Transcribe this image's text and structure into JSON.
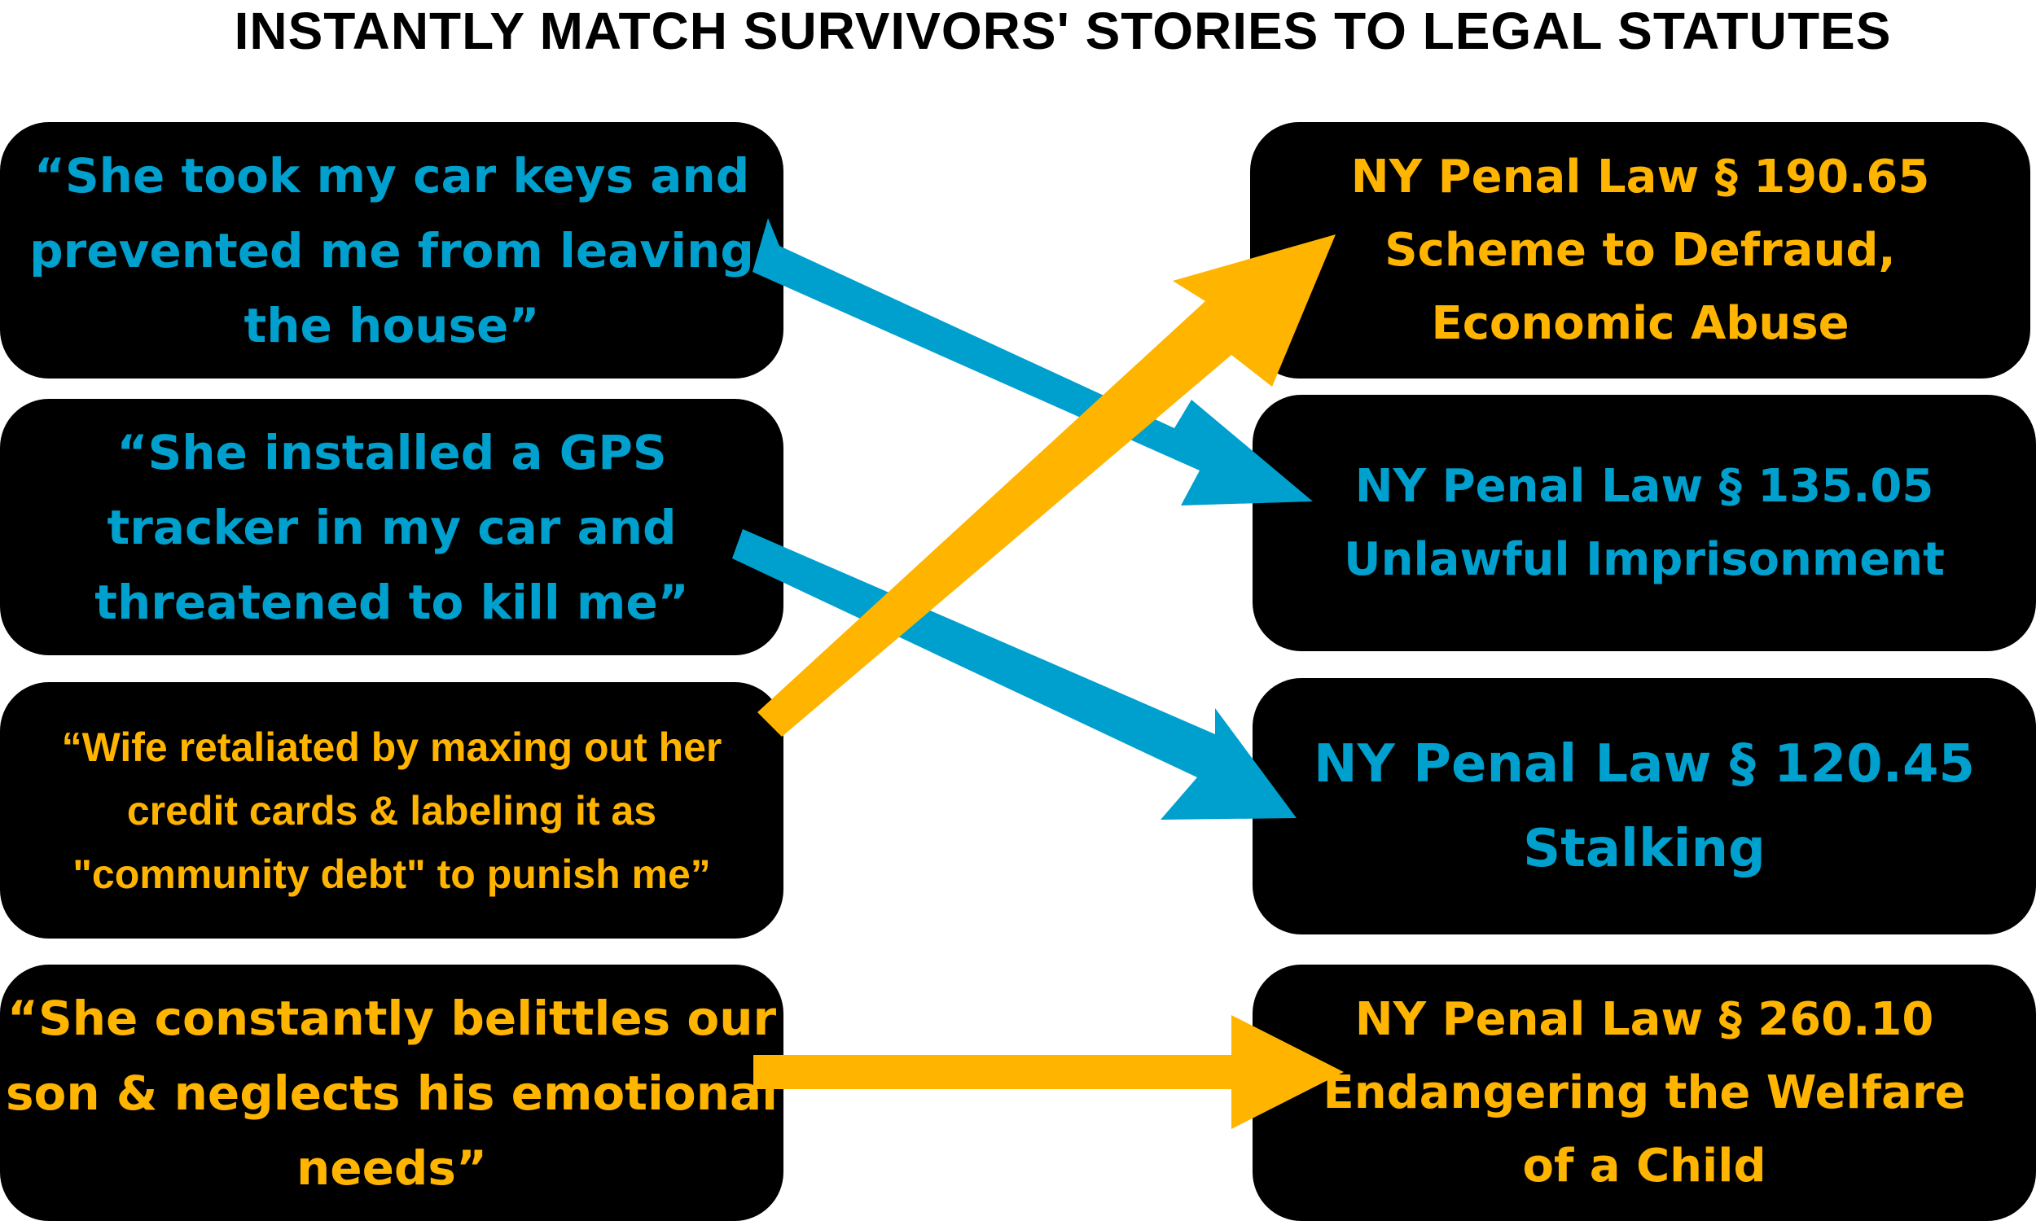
{
  "title": "INSTANTLY MATCH SURVIVORS' STORIES TO LEGAL STATUTES",
  "colors": {
    "blue": "#00A0CE",
    "orange": "#FFB400",
    "box": "#000000"
  },
  "stories": [
    {
      "lines": [
        "“She took my car keys and",
        "prevented me from leaving",
        "the house”"
      ],
      "color": "blue"
    },
    {
      "lines": [
        "“She installed a GPS",
        "tracker in my car and",
        "threatened to kill me”"
      ],
      "color": "blue"
    },
    {
      "lines": [
        "“Wife retaliated by maxing out her",
        "credit cards & labeling it as",
        "\"community debt\" to punish me”"
      ],
      "color": "orange"
    },
    {
      "lines": [
        "“She constantly belittles our",
        "son & neglects his emotional",
        "needs”"
      ],
      "color": "orange"
    }
  ],
  "statutes": [
    {
      "lines": [
        "NY Penal Law § 190.65",
        "Scheme to Defraud,",
        "Economic Abuse"
      ],
      "color": "orange"
    },
    {
      "lines": [
        "NY Penal Law § 135.05",
        "Unlawful Imprisonment"
      ],
      "color": "blue"
    },
    {
      "lines": [
        "NY Penal Law § 120.45",
        "Stalking"
      ],
      "color": "blue"
    },
    {
      "lines": [
        "NY Penal Law § 260.10",
        "Endangering the Welfare",
        "of a Child"
      ],
      "color": "orange"
    }
  ],
  "connections": [
    {
      "from": 0,
      "to": 1,
      "color": "blue"
    },
    {
      "from": 1,
      "to": 2,
      "color": "blue"
    },
    {
      "from": 2,
      "to": 0,
      "color": "orange"
    },
    {
      "from": 3,
      "to": 3,
      "color": "orange"
    }
  ]
}
